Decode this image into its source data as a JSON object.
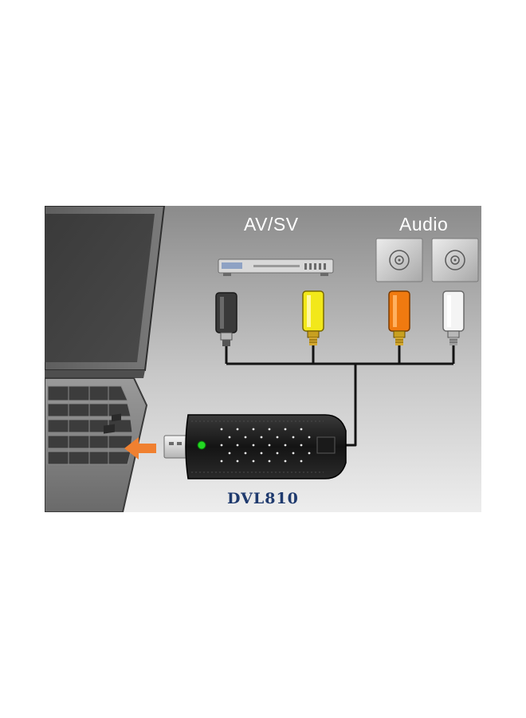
{
  "labels": {
    "video_source": "AV/SV",
    "audio_source": "Audio",
    "device_model": "DVL810"
  },
  "icons": {
    "video_source": "dvd-player-icon",
    "audio_sources": [
      "cd-disc-icon",
      "cd-disc-icon"
    ],
    "connectors": [
      "svideo-plug-icon",
      "rca-plug-yellow-icon",
      "rca-plug-orange-icon",
      "rca-plug-white-icon"
    ],
    "direction": "arrow-left-icon"
  },
  "colors": {
    "background_top": "#8a8a8a",
    "background_bottom": "#f0f0f0",
    "plug_svideo": "#3a3a3a",
    "plug_video": "#f2e81a",
    "plug_audio_left": "#f07a10",
    "plug_audio_right": "#f4f4f4",
    "arrow": "#f08030",
    "led": "#22d822",
    "model_text": "#1f3a6e"
  }
}
